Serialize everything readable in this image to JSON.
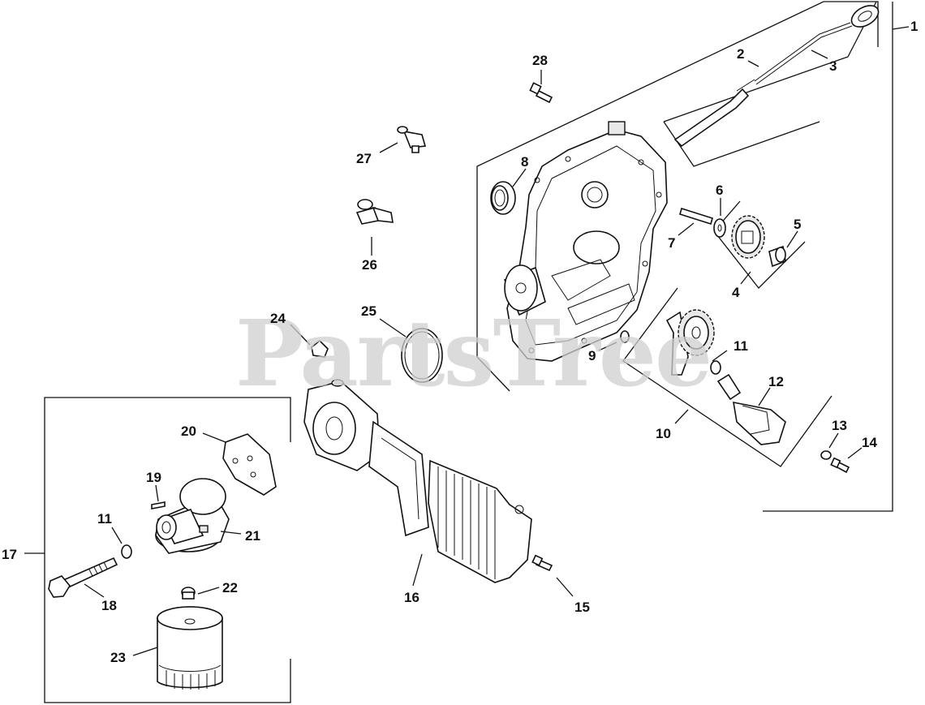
{
  "watermark": "PartsTree",
  "callouts": {
    "c1": "1",
    "c2": "2",
    "c3": "3",
    "c4": "4",
    "c5": "5",
    "c6": "6",
    "c7": "7",
    "c8": "8",
    "c9": "9",
    "c10": "10",
    "c11a": "11",
    "c11b": "11",
    "c12": "12",
    "c13": "13",
    "c14": "14",
    "c15": "15",
    "c16": "16",
    "c17": "17",
    "c18": "18",
    "c19": "19",
    "c20": "20",
    "c21": "21",
    "c22": "22",
    "c23": "23",
    "c24": "24",
    "c25": "25",
    "c26": "26",
    "c27": "27",
    "c28": "28"
  }
}
